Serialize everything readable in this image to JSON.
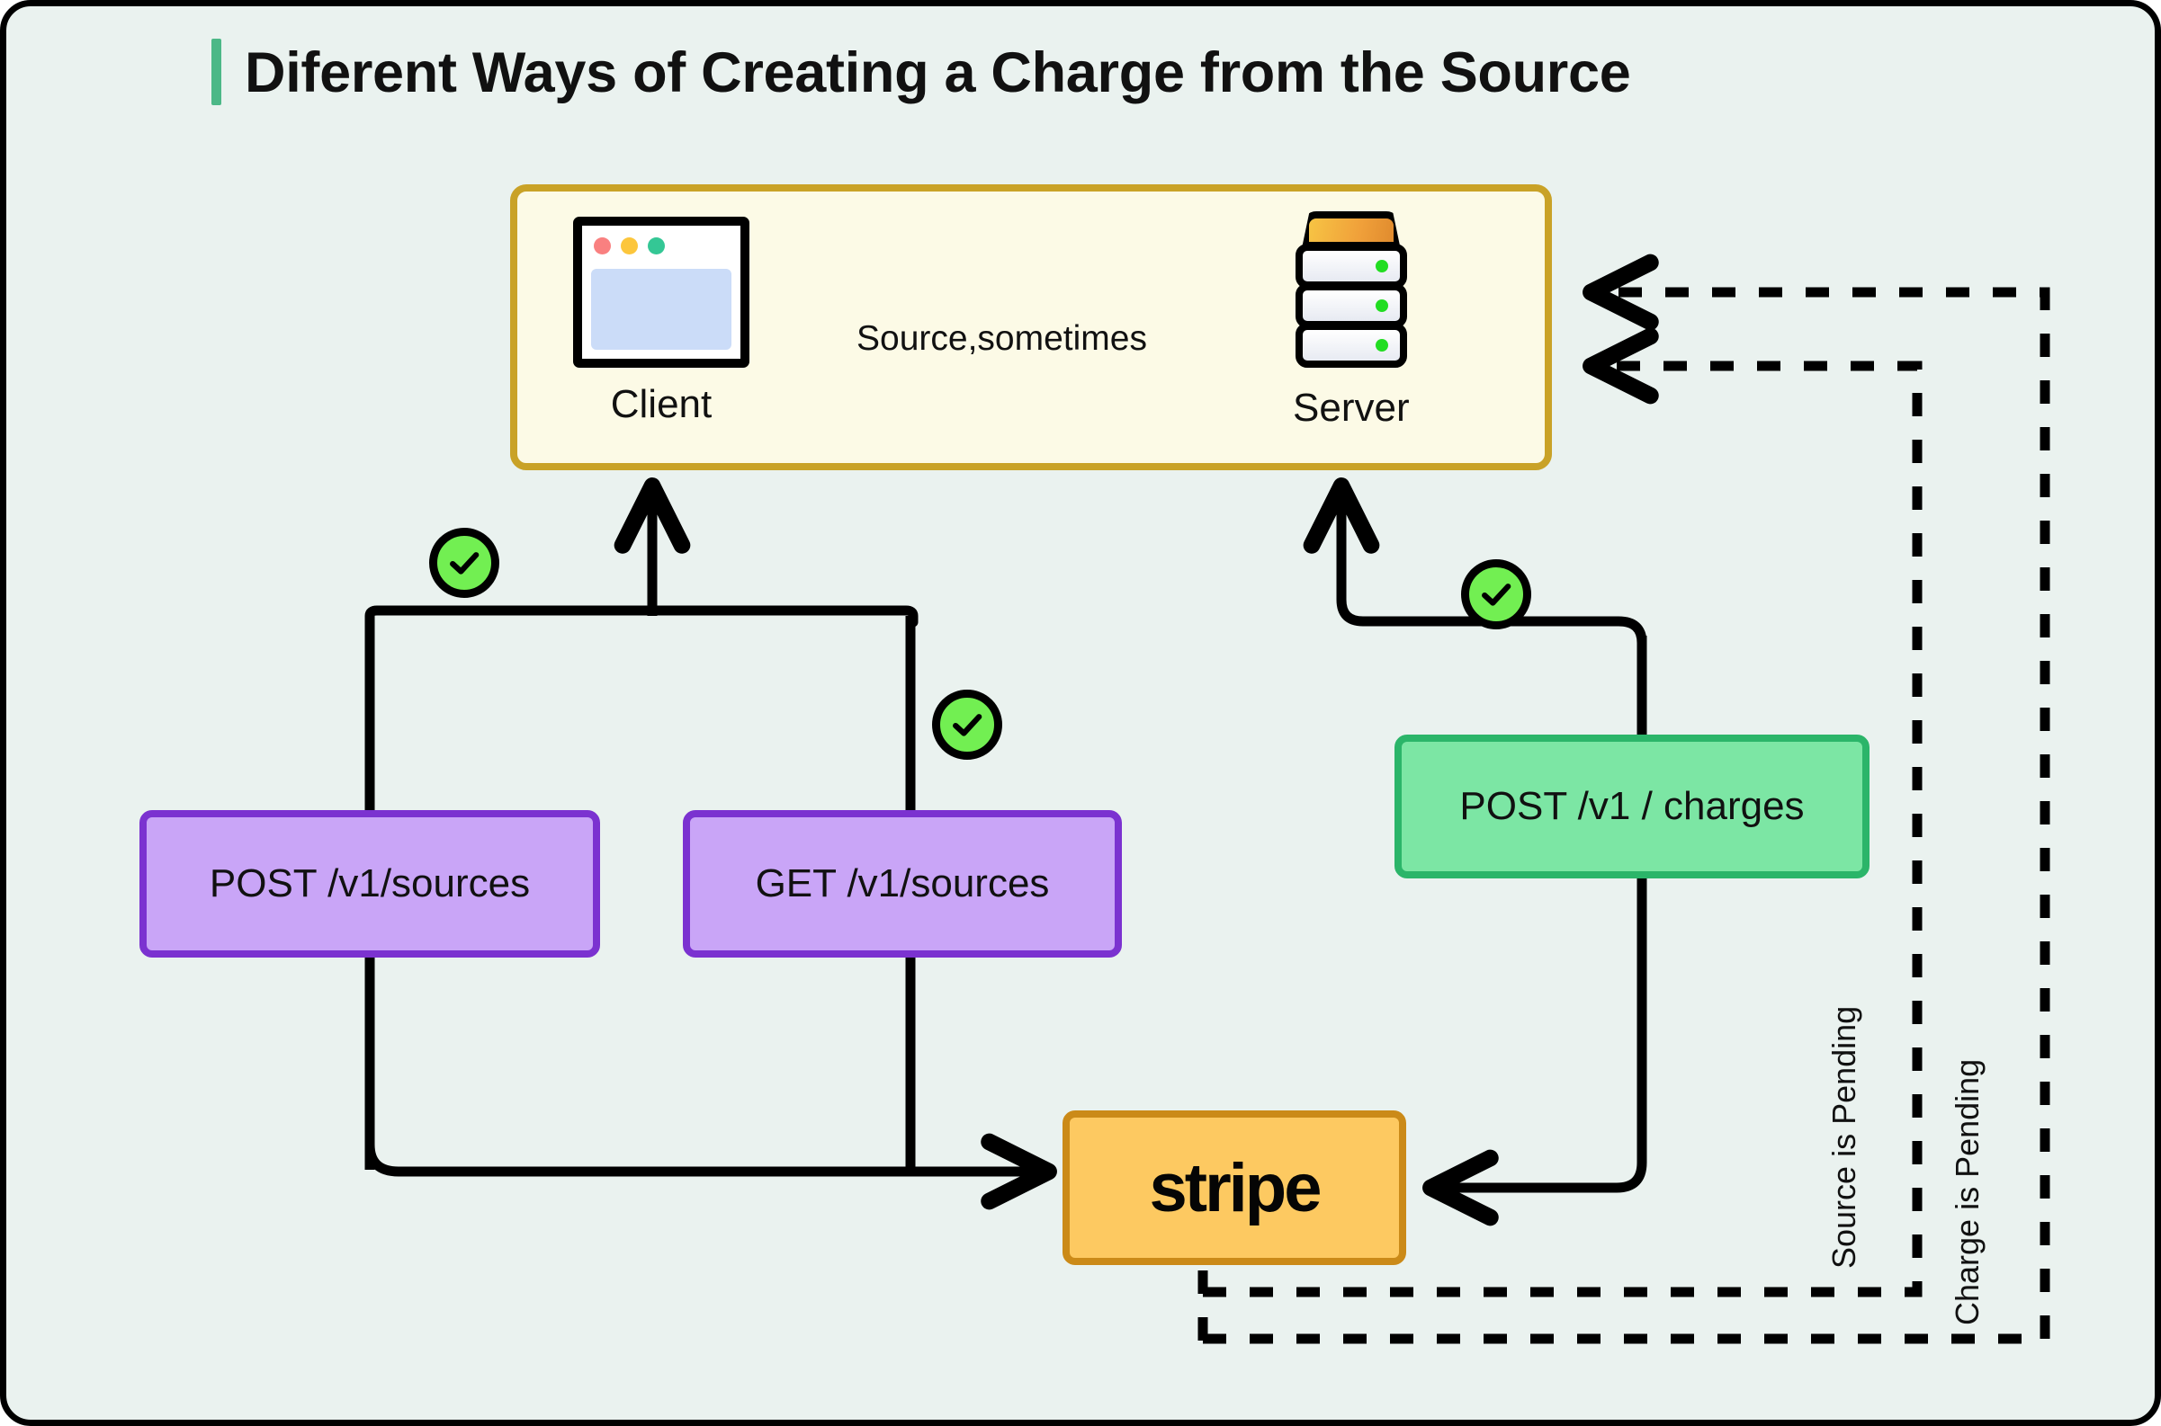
{
  "page": {
    "title": "Diferent Ways of Creating a Charge from the Source",
    "background_color": "#eaf2ef",
    "title_accent_color": "#4cb887",
    "border_color": "#000000"
  },
  "client_server_group": {
    "container_fill": "#fcfae6",
    "container_border": "#c9a227",
    "client": {
      "label": "Client",
      "icon": "browser-window-icon",
      "dot_colors": [
        "#f98080",
        "#fcc63c",
        "#34c795"
      ],
      "viewport_color": "#cbdcf8"
    },
    "server": {
      "label": "Server",
      "icon": "server-rack-icon",
      "top_gradient": [
        "#f7c444",
        "#e08b2e"
      ],
      "led_color": "#22dd22",
      "rack_count": 3
    },
    "flow_label": "Source,sometimes"
  },
  "boxes": {
    "post_sources": {
      "label": "POST /v1/sources",
      "fill": "#c9a5f7",
      "border": "#7b32d0"
    },
    "get_sources": {
      "label": "GET /v1/sources",
      "fill": "#c9a5f7",
      "border": "#7b32d0"
    },
    "post_charges": {
      "label": "POST /v1 / charges",
      "fill": "#7ce6a4",
      "border": "#2bb569"
    },
    "stripe": {
      "label": "stripe",
      "fill": "#fdc961",
      "border": "#cb8a18"
    }
  },
  "badges": {
    "check_glyph": "checkmark-circle",
    "fill": "#72ef52",
    "stroke": "#000000",
    "count": 3
  },
  "return_labels": {
    "source_pending": "Source is Pending",
    "charge_pending": "Charge is Pending"
  },
  "edges": [
    {
      "name": "client-to-server",
      "style": "solid",
      "label": "Source,sometimes"
    },
    {
      "name": "sources-branch-to-client",
      "style": "solid",
      "label": ""
    },
    {
      "name": "sources-to-stripe",
      "style": "solid",
      "label": ""
    },
    {
      "name": "stripe-to-charges",
      "style": "solid",
      "label": ""
    },
    {
      "name": "charges-to-server",
      "style": "solid",
      "label": ""
    },
    {
      "name": "stripe-to-server-source-pending",
      "style": "dashed",
      "label": "Source is Pending"
    },
    {
      "name": "stripe-to-server-charge-pending",
      "style": "dashed",
      "label": "Charge is Pending"
    }
  ]
}
